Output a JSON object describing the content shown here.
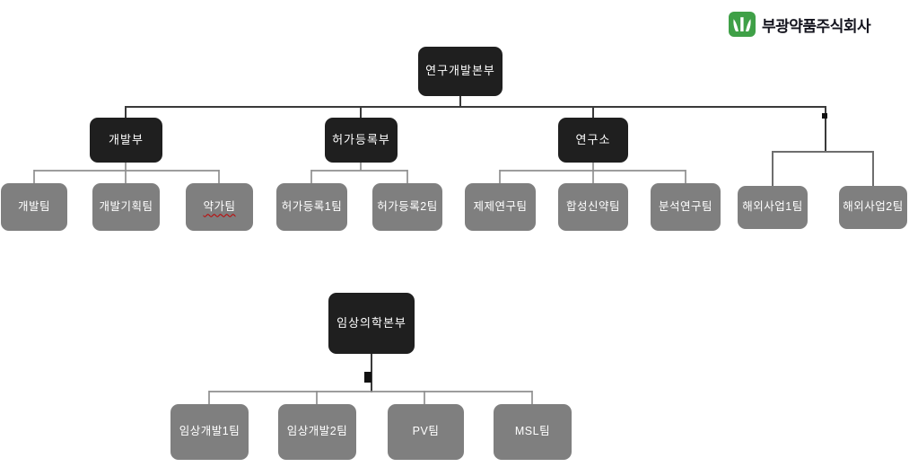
{
  "colors": {
    "background": "#ffffff",
    "dept_box": "#1f1f1f",
    "team_box": "#7f7f7f",
    "box_text": "#ffffff",
    "main_line": "#3a3a3a",
    "branch_line": "#8f8f8f",
    "overseas_line": "#6e6e6e",
    "collapse_mark": "#111111",
    "spellcheck_underline": "#c00000",
    "logo_green": "#3fa047",
    "logo_text": "#14141e"
  },
  "logo": {
    "company_name": "부광약품주식회사",
    "icon": "bukwang-sprout-icon"
  },
  "rnd_chart": {
    "root": {
      "label": "연구개발본부"
    },
    "departments": [
      {
        "label": "개발부"
      },
      {
        "label": "허가등록부"
      },
      {
        "label": "연구소"
      }
    ],
    "teams": {
      "dev": [
        {
          "label": "개발팀"
        },
        {
          "label": "개발기획팀"
        },
        {
          "label": "약가팀",
          "spellcheck": true
        }
      ],
      "regulatory": [
        {
          "label": "허가등록1팀"
        },
        {
          "label": "허가등록2팀"
        }
      ],
      "research": [
        {
          "label": "제제연구팀"
        },
        {
          "label": "합성신약팀"
        },
        {
          "label": "분석연구팀"
        }
      ],
      "overseas": [
        {
          "label": "해외사업1팀"
        },
        {
          "label": "해외사업2팀"
        }
      ]
    }
  },
  "clinical_chart": {
    "root": {
      "label": "임상의학본부"
    },
    "teams": [
      {
        "label": "임상개발1팀"
      },
      {
        "label": "임상개발2팀"
      },
      {
        "label": "PV팀"
      },
      {
        "label": "MSL팀"
      }
    ]
  }
}
